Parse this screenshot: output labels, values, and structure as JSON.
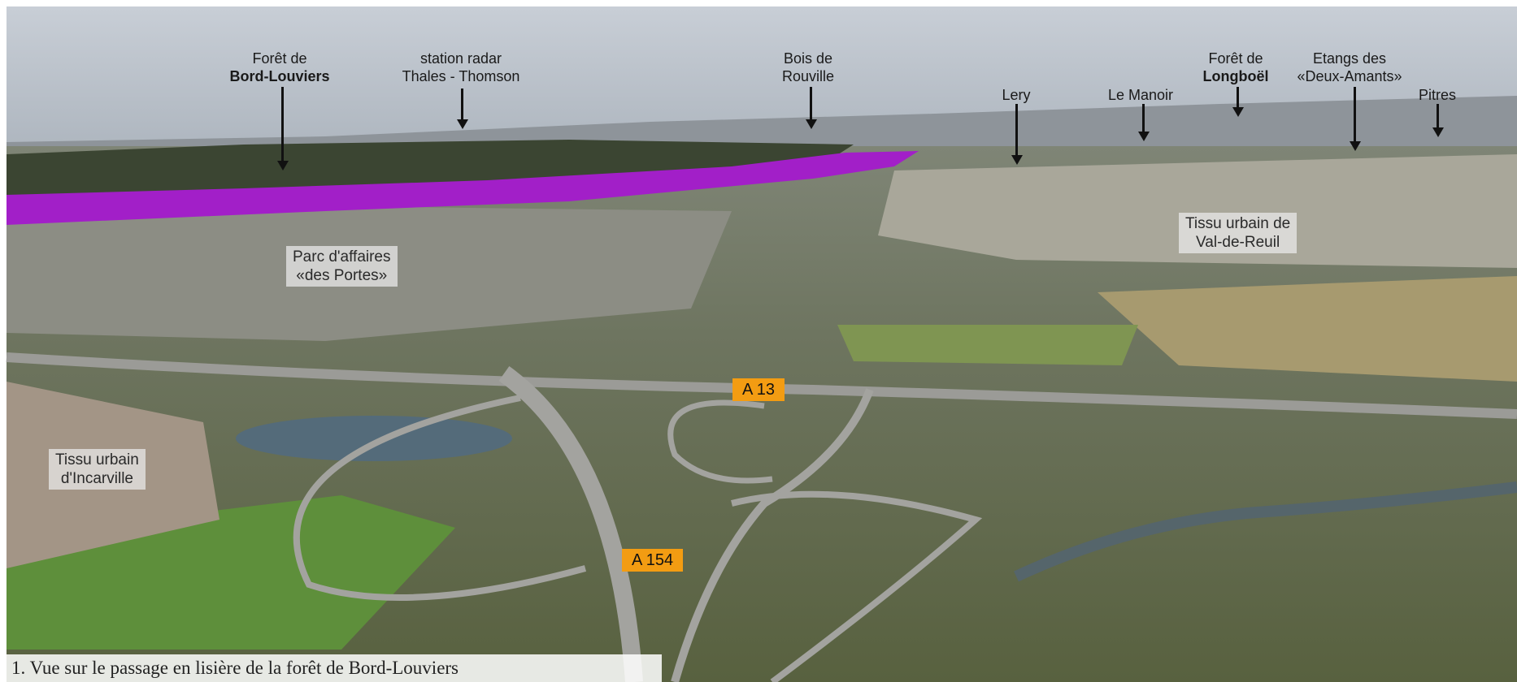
{
  "photo": {
    "landmarks": [
      {
        "line1": "Forêt de",
        "line2": "Bord-Louviers",
        "bold": "line2"
      },
      {
        "line1": "station radar",
        "line2": "Thales - Thomson",
        "bold": ""
      },
      {
        "line1": "Bois de",
        "line2": "Rouville",
        "bold": ""
      },
      {
        "line1": "Lery",
        "line2": "",
        "bold": ""
      },
      {
        "line1": "Le Manoir",
        "line2": "",
        "bold": ""
      },
      {
        "line1": "Forêt de",
        "line2": "Longboël",
        "bold": "line2"
      },
      {
        "line1": "Etangs des",
        "line2": "«Deux-Amants»",
        "bold": ""
      },
      {
        "line1": "Pitres",
        "line2": "",
        "bold": ""
      }
    ],
    "area_labels": {
      "parc": {
        "line1": "Parc d'affaires",
        "line2": "«des Portes»"
      },
      "val_de_reuil": {
        "line1": "Tissu urbain de",
        "line2": "Val-de-Reuil"
      },
      "incarville": {
        "line1": "Tissu urbain",
        "line2": "d'Incarville"
      }
    },
    "roads": {
      "a13": "A 13",
      "a154": "A 154"
    },
    "overlay_color": "#a21fc8",
    "caption": "1. Vue sur le passage en lisière de la forêt de Bord-Louviers"
  }
}
